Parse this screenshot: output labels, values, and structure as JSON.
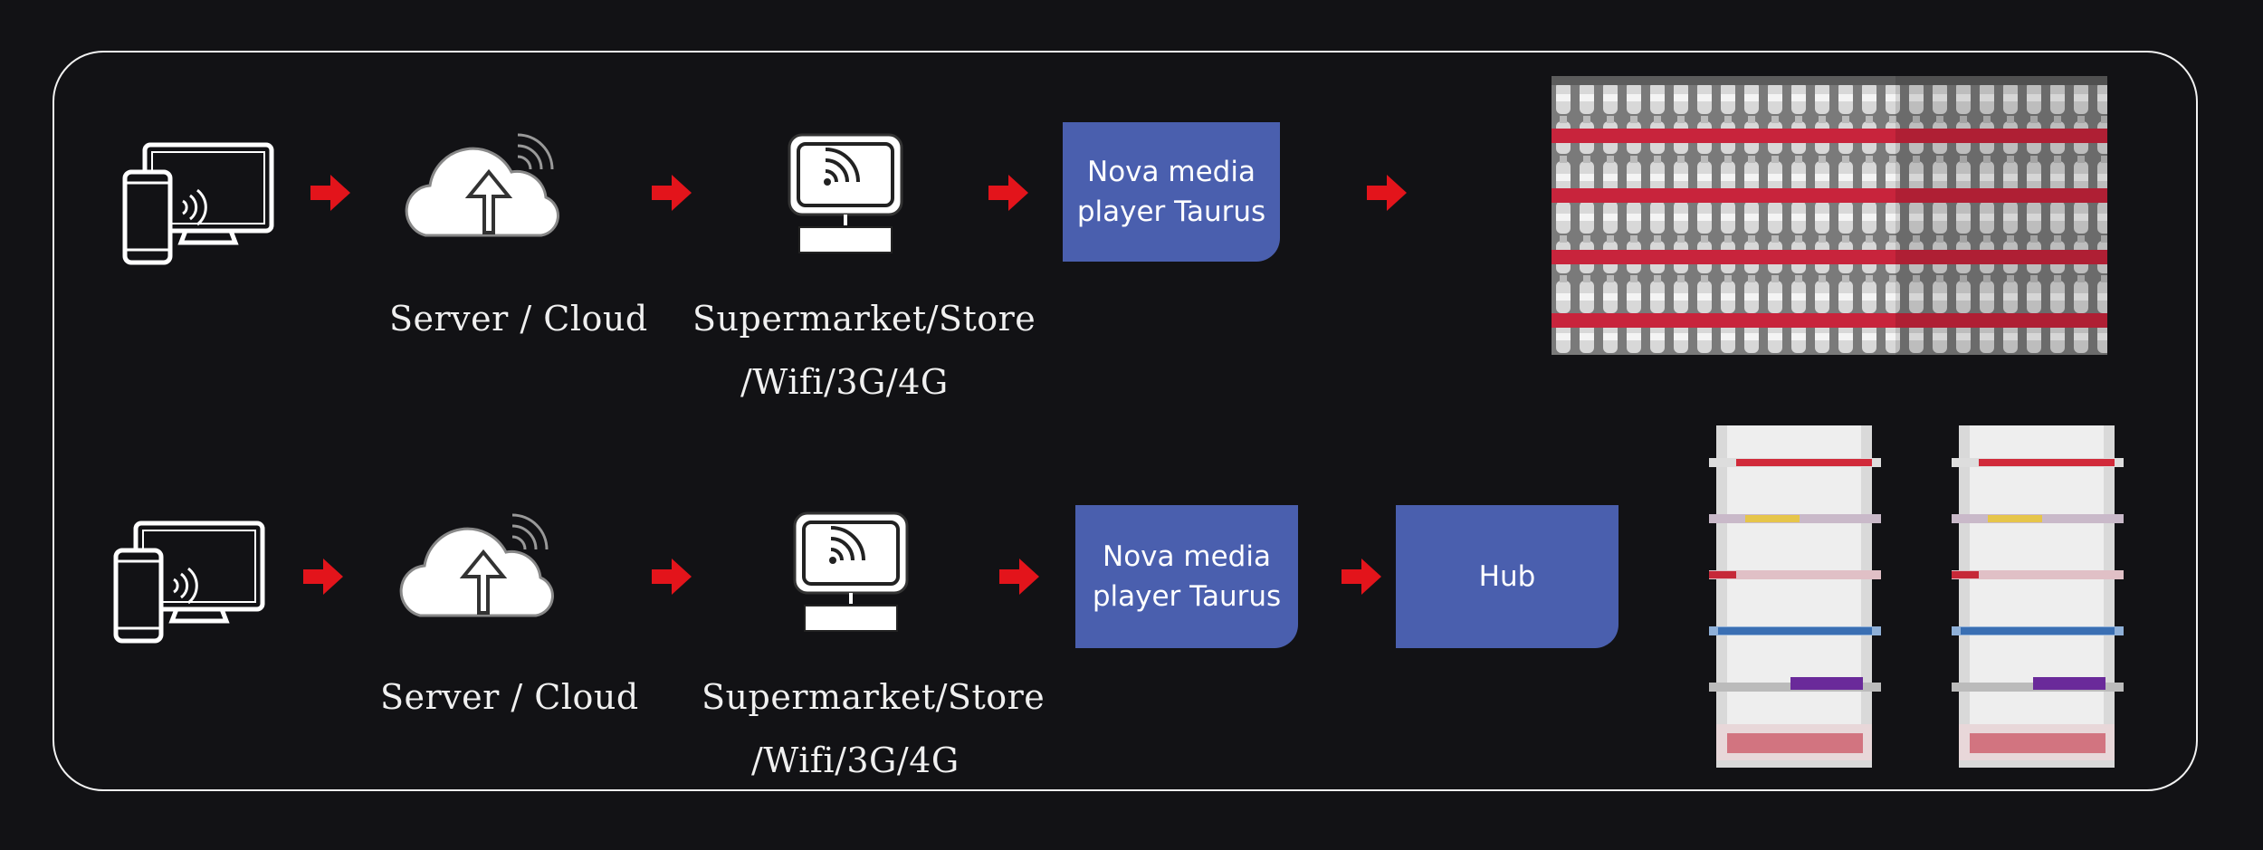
{
  "row1": {
    "server_label": "Server / Cloud",
    "store_label_line1": "Supermarket/Store",
    "store_label_line2": "/Wifi/3G/4G",
    "player_box": "Nova media\nplayer Taurus"
  },
  "row2": {
    "server_label": "Server / Cloud",
    "store_label_line1": "Supermarket/Store",
    "store_label_line2": "/Wifi/3G/4G",
    "player_box": "Nova media\nplayer Taurus",
    "hub_box": "Hub"
  },
  "colors": {
    "background": "#121215",
    "arrow": "#e3141b",
    "box": "#4a5fae",
    "frame": "#f2f2f2"
  },
  "icons": [
    "devices-icon",
    "cloud-upload-icon",
    "wifi-monitor-icon",
    "shelf-photo",
    "shelf-unit-photo"
  ]
}
